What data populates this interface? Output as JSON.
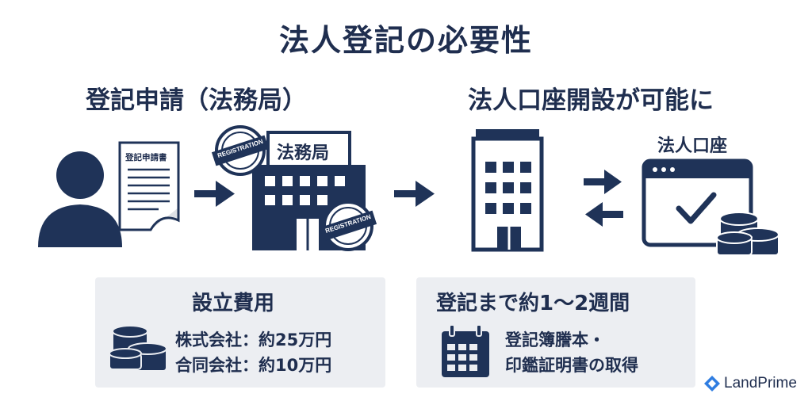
{
  "title": "法人登記の必要性",
  "left_section": {
    "heading": "登記申請（法務局）",
    "document_label": "登記申請書",
    "building_label": "法務局",
    "stamp_text": "REGISTRATION"
  },
  "right_section": {
    "heading": "法人口座開設が可能に",
    "account_label": "法人口座"
  },
  "cost_panel": {
    "heading": "設立費用",
    "lines": [
      "株式会社：約25万円",
      "合同会社：約10万円"
    ]
  },
  "time_panel": {
    "heading": "登記まで約1〜2週間",
    "lines": [
      "登記簿謄本・",
      "印鑑証明書の取得"
    ]
  },
  "brand": {
    "name": "LandPrime",
    "icon": "diamond-logo-icon"
  },
  "colors": {
    "navy": "#1f3358",
    "panel_bg": "#eceef2",
    "brand_blue": "#2f7de1"
  }
}
